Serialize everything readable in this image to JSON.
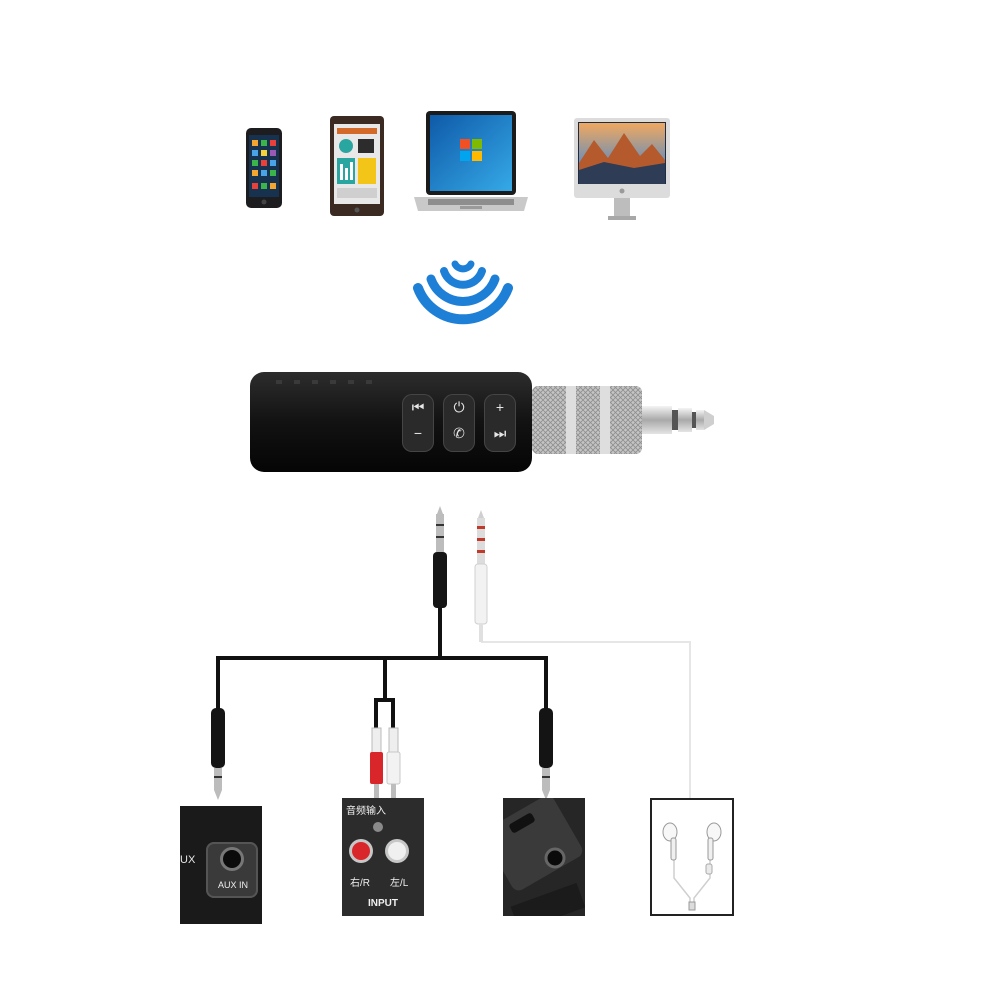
{
  "devices": {
    "phone": "smartphone-icon",
    "tablet": "tablet-icon",
    "laptop": "laptop-icon",
    "desktop": "desktop-monitor-icon"
  },
  "receiver": {
    "buttons": [
      {
        "top": "⏮",
        "bottom": "−"
      },
      {
        "top": "⏻",
        "bottom": "✆"
      },
      {
        "top": "+",
        "bottom": "⏭"
      }
    ]
  },
  "targets": {
    "aux_panel": {
      "aux_short": "UX",
      "aux_in": "AUX IN"
    },
    "rca_panel": {
      "header": "音频输入",
      "right": "右/R",
      "left": "左/L",
      "input": "INPUT"
    },
    "car_panel": {},
    "earphones": {}
  },
  "colors": {
    "signal_blue": "#1e7fd6",
    "receiver_body": "#141414",
    "cable": "#111111",
    "white_cable": "#e6e6e6",
    "rca_red": "#d8262b"
  }
}
